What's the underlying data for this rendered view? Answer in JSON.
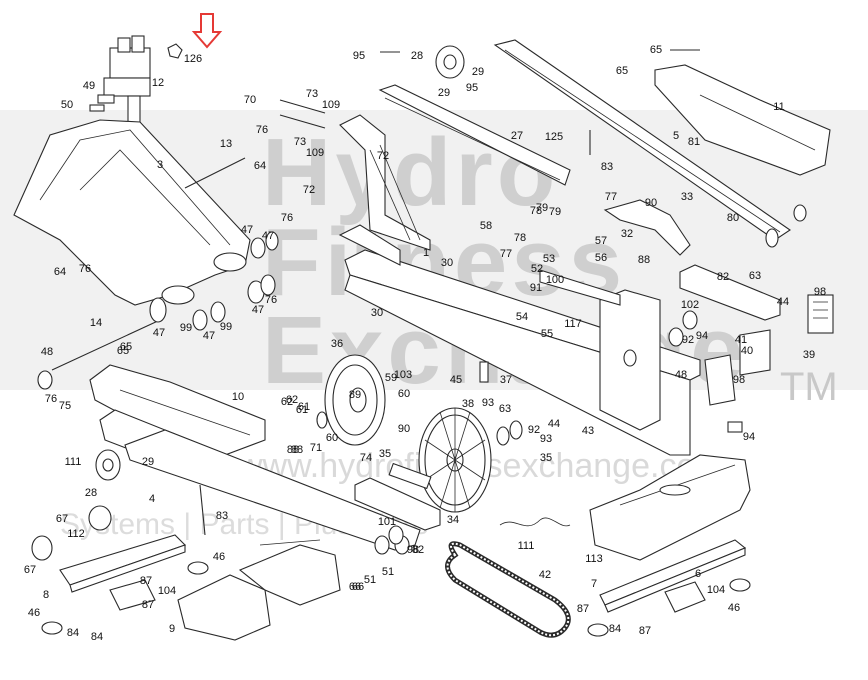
{
  "watermark": {
    "line1": "Hydro",
    "line2": "Fitness",
    "line3": "Exchange",
    "tm": "TM",
    "url": "www.hydrofitnessexchange.com",
    "tagline": "Systems | Parts | Plus More"
  },
  "callouts": [
    "126",
    "12",
    "49",
    "50",
    "3",
    "13",
    "70",
    "73",
    "109",
    "73",
    "109",
    "76",
    "64",
    "72",
    "72",
    "95",
    "28",
    "29",
    "29",
    "95",
    "27",
    "125",
    "65",
    "65",
    "11",
    "5",
    "81",
    "83",
    "90",
    "33",
    "80",
    "77",
    "32",
    "57",
    "56",
    "88",
    "79",
    "78",
    "78",
    "79",
    "58",
    "77",
    "53",
    "52",
    "100",
    "1",
    "30",
    "47",
    "76",
    "47",
    "76",
    "64",
    "76",
    "14",
    "48",
    "65",
    "75",
    "76",
    "65",
    "47",
    "99",
    "47",
    "99",
    "47",
    "10",
    "30",
    "62",
    "61",
    "88",
    "59",
    "103",
    "60",
    "36",
    "45",
    "89",
    "37",
    "61",
    "60",
    "88",
    "71",
    "62",
    "90",
    "38",
    "93",
    "63",
    "92",
    "44",
    "43",
    "74",
    "35",
    "101",
    "34",
    "35",
    "93",
    "63",
    "82",
    "102",
    "92",
    "44",
    "94",
    "41",
    "98",
    "40",
    "98",
    "39",
    "94",
    "117",
    "91",
    "54",
    "55",
    "48",
    "98",
    "51",
    "66",
    "111",
    "28",
    "29",
    "4",
    "67",
    "112",
    "67",
    "8",
    "87",
    "104",
    "84",
    "87",
    "84",
    "46",
    "9",
    "46",
    "83",
    "82",
    "51",
    "66",
    "111",
    "42",
    "113",
    "7",
    "6",
    "104",
    "87",
    "84",
    "87",
    "46",
    "46"
  ],
  "highlight": {
    "label": "126",
    "arrow_color": "#e53935"
  }
}
